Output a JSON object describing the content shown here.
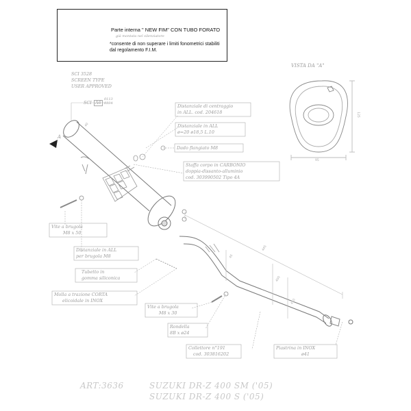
{
  "note": {
    "title": "Parte interna \" NEW FIM\" CON TUBO FORATO",
    "subtitle": "già montata nel silenziatore",
    "text": "*consente di non superare i limiti  fonometrici stabiliti dal regolamento F.I.M."
  },
  "view_label": "VISTA DA \"A\"",
  "view_dims": {
    "height": "125",
    "width": "95"
  },
  "arrow_label": "A",
  "approval": [
    "SCI 3528",
    "SCREEN TYPE",
    "USER APPROVED"
  ],
  "sci_code": {
    "label": "SCI",
    "box": "A6",
    "lines": [
      "0113",
      "0334"
    ]
  },
  "callouts": {
    "centering_spacer": [
      "Distanziale di centraggio",
      "in ALL.  cod. 204618"
    ],
    "spacer_alu": [
      "Distanziale  in  ALL",
      "ø=20  ø18,5  L.10"
    ],
    "flange_nut": "Dado  flangiato  M8",
    "carbon_bracket": [
      "Staffa corpo in CARBONIO",
      "doppia-dissanto-alluminio",
      "cod.  303990502    Tipo 4A"
    ],
    "screw_m8x50": [
      "Vite  a  brugola",
      "M8  x  50"
    ],
    "spacer_screw": [
      "Distanziale  in  ALL",
      "per brugola  M8"
    ],
    "rubber_tube": [
      "Tubetto  in",
      "gomma  siliconica"
    ],
    "spring": [
      "Molla  a  trazione  CORTA",
      "elicoidale  in  INOX"
    ],
    "screw_m8x30": [
      "Vite  a  brugola",
      "M8  x  30"
    ],
    "washer": [
      "Rondella",
      "8B  x  ø24"
    ],
    "collector": [
      "Collettore  n°191",
      "cod.  303816202"
    ],
    "inox_plate": [
      "Piastrina  in  INOX",
      "ø41"
    ]
  },
  "dims": {
    "d1": "40",
    "d2": "445",
    "d3": "45",
    "d4": "400",
    "d5": "410"
  },
  "article": "ART:3636",
  "models": [
    "SUZUKI  DR-Z  400  SM  ('05)",
    "SUZUKI  DR-Z  400  S  ('05)"
  ]
}
